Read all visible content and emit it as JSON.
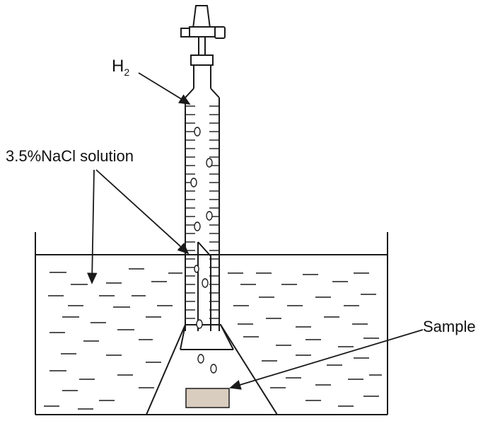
{
  "labels": {
    "gas_main": "H",
    "gas_sub": "2",
    "solution": "3.5%NaCl solution",
    "sample": "Sample"
  },
  "colors": {
    "line": "#1a1a1a",
    "sample_fill": "#d9cdbf",
    "background": "#ffffff"
  }
}
